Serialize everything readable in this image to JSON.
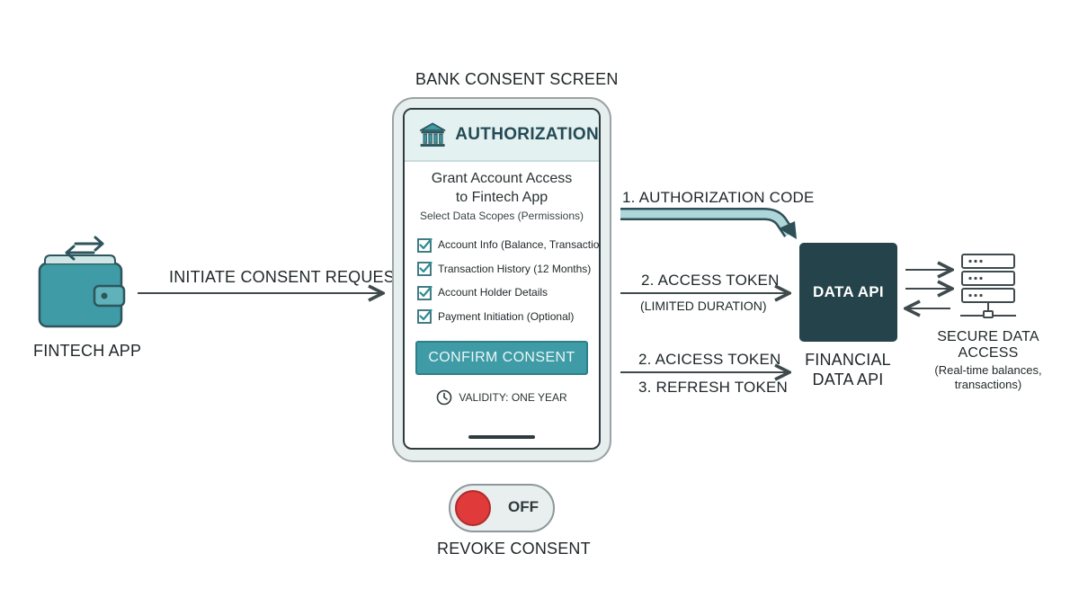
{
  "fintech_app": {
    "label": "FINTECH APP"
  },
  "initiate_arrow": {
    "label": "INITIATE CONSENT REQUEST"
  },
  "phone": {
    "caption": "BANK CONSENT SCREEN",
    "header_title": "AUTHORIZATION",
    "grant_line1": "Grant Account Access",
    "grant_line2": "to Fintech App",
    "scopes_subtitle": "Select Data Scopes (Permissions)",
    "permissions": [
      "Account Info (Balance, Transactions)",
      "Transaction History (12 Months)",
      "Account Holder Details",
      "Payment Initiation (Optional)"
    ],
    "confirm_button": "CONFIRM CONSENT",
    "validity": "VALIDITY: ONE YEAR"
  },
  "flows": {
    "auth_code": "1. AUTHORIZATION CODE",
    "access_token": "2. ACCESS TOKEN",
    "limited_duration": "(LIMITED DURATION)",
    "access_token_2": "2. ACICESS TOKEN",
    "refresh_token": "3. REFRESH TOKEN"
  },
  "data_api": {
    "box_label": "DATA API",
    "caption_line1": "FINANCIAL",
    "caption_line2": "DATA API"
  },
  "secure_access": {
    "title": "SECURE DATA ACCESS",
    "sub_line1": "(Real-time balances,",
    "sub_line2": "transactions)"
  },
  "revoke": {
    "toggle_state": "OFF",
    "label": "REVOKE CONSENT"
  },
  "colors": {
    "teal": "#3f9ba5",
    "dark_teal": "#25434a",
    "revoke_red": "#e03a3a"
  }
}
